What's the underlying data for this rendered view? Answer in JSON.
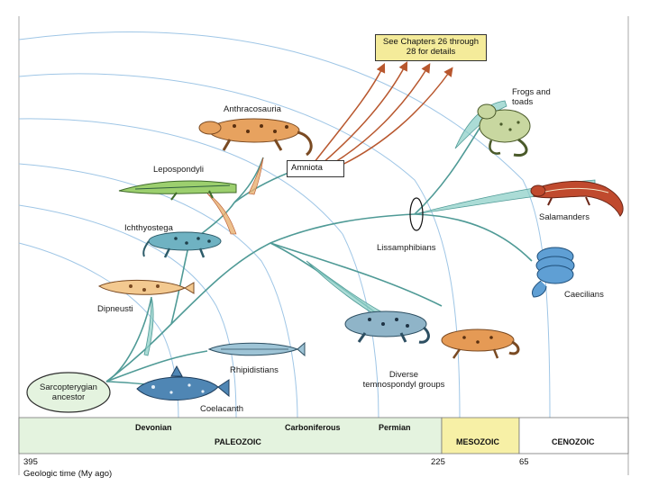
{
  "callout": {
    "line1": "See Chapters 26 through",
    "line2": "28 for details"
  },
  "nodes": {
    "amniota": "Amniota",
    "ancestor_line1": "Sarcopterygian",
    "ancestor_line2": "ancestor"
  },
  "taxa": {
    "anthracosauria": "Anthracosauria",
    "lepospondyli": "Lepospondyli",
    "ichthyostega": "Ichthyostega",
    "dipneusti": "Dipneusti",
    "rhipidistians": "Rhipidistians",
    "coelacanth": "Coelacanth",
    "frogs_line1": "Frogs and",
    "frogs_line2": "toads",
    "salamanders": "Salamanders",
    "lissamphibians": "Lissamphibians",
    "caecilians": "Caecilians",
    "temno_line1": "Diverse",
    "temno_line2": "temnospondyl groups"
  },
  "timeline": {
    "periods": [
      "Devonian",
      "Carboniferous",
      "Permian"
    ],
    "eras": [
      "PALEOZOIC",
      "MESOZOIC",
      "CENOZOIC"
    ],
    "ticks": [
      "395",
      "225",
      "65"
    ],
    "axis_label": "Geologic time (My ago)"
  },
  "colors": {
    "branch": "#4f9a96",
    "fan": "#8fd0c8",
    "arrow": "#b8572e",
    "arc": "#9fc6e6",
    "paleozoic_band": "#e4f3df",
    "mesozoic_band": "#f7f0a6",
    "callout_fill": "#f4eb9a"
  },
  "icons": [
    "anthracosaur-illustration",
    "lepospondyl-illustration",
    "ichthyostega-illustration",
    "lungfish-illustration",
    "rhipidistian-illustration",
    "coelacanth-illustration",
    "frog-illustration",
    "salamander-illustration",
    "caecilian-illustration",
    "temnospondyl-illustration"
  ]
}
